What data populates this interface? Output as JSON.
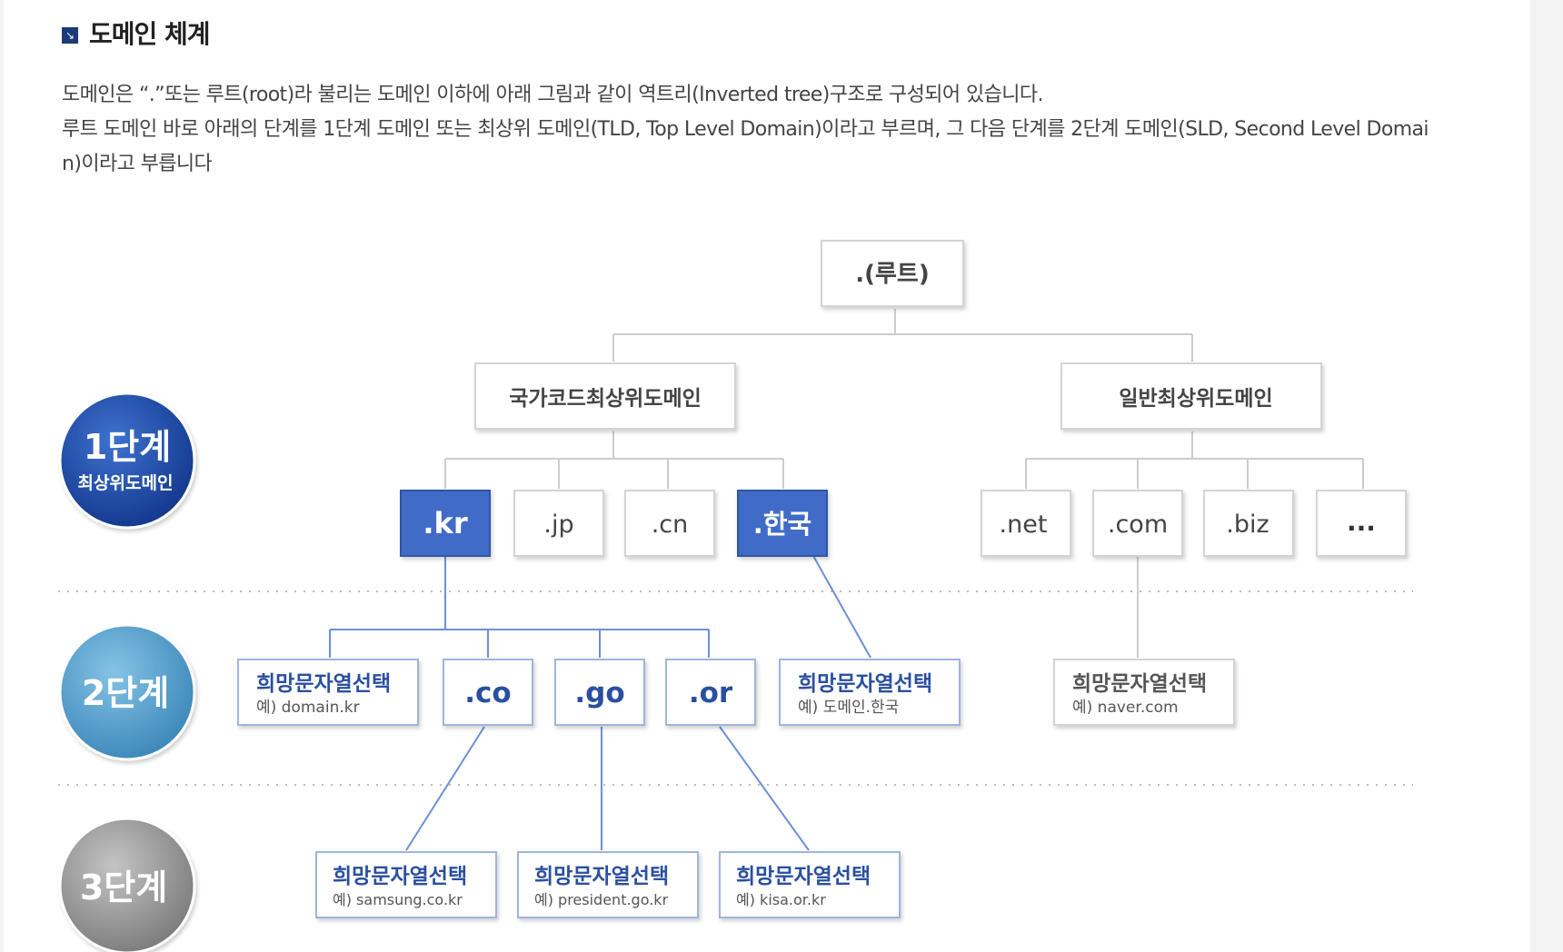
{
  "section": {
    "title": "도메인 체계",
    "icon": "arrow-down-right-icon"
  },
  "description": {
    "line1": "도메인은 “.”또는 루트(root)라 불리는 도메인 이하에 아래 그림과 같이 역트리(Inverted tree)구조로 구성되어 있습니다.",
    "line2": "루트 도메인 바로 아래의 단계를 1단계 도메인 또는 최상위 도메인(TLD, Top Level Domain)이라고 부르며, 그 다음 단계를 2단계 도메인(SLD, Second Level Domai",
    "line3": "n)이라고 부릅니다"
  },
  "levels": [
    {
      "title": "1단계",
      "subtitle": "최상위도메인",
      "color": "#1f4fa8"
    },
    {
      "title": "2단계",
      "subtitle": "",
      "color": "#4f9ccb"
    },
    {
      "title": "3단계",
      "subtitle": "",
      "color": "#8c8c8c"
    }
  ],
  "tree": {
    "root": ".(루트)",
    "groups": {
      "country": "국가코드최상위도메인",
      "generic": "일반최상위도메인"
    },
    "tld_country": [
      ".kr",
      ".jp",
      ".cn",
      ".한국"
    ],
    "tld_generic": [
      ".net",
      ".com",
      ".biz",
      "..."
    ],
    "sld_choice_label": "희망문자열선택",
    "sld": [
      ".co",
      ".go",
      ".or"
    ],
    "examples": {
      "kr": "예) domain.kr",
      "hanguk": "예) 도메인.한국",
      "com": "예) naver.com",
      "co": "예) samsung.co.kr",
      "go": "예) president.go.kr",
      "or": "예) kisa.or.kr"
    }
  },
  "colors": {
    "highlight_fill": "#3f6cc8",
    "node_text": "#444444",
    "choice_text": "#2a4fa0",
    "line": "#cccccc",
    "line_blue": "#6d8fd6"
  }
}
